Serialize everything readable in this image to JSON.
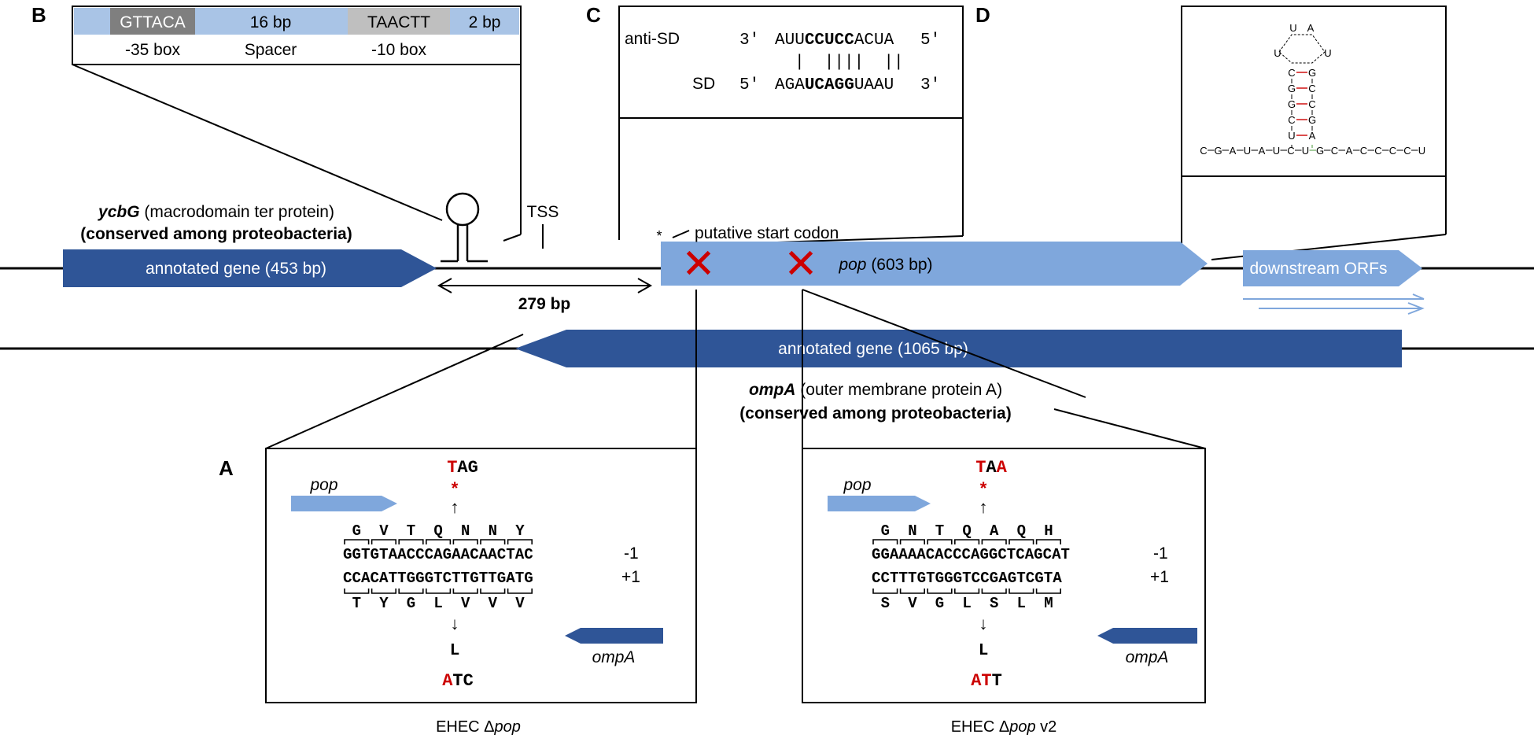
{
  "panels": {
    "a": "A",
    "b": "B",
    "c": "C",
    "d": "D"
  },
  "colors": {
    "dark_blue": "#2f5597",
    "light_blue": "#7fa7dc",
    "pale_blue": "#a9c4e6",
    "box_dark": "#7f7f7f",
    "box_light": "#bfbfbf",
    "red": "#cc0000",
    "black": "#000000"
  },
  "top_track": {
    "ycbg_name": "ycbG",
    "ycbg_desc": " (macrodomain ter protein)",
    "ycbg_conserved": "(conserved among proteobacteria)",
    "annotated_gene": "annotated gene (453 bp)",
    "tss": "TSS",
    "start_star": "*",
    "start_label": "putative start codon",
    "distance": "279 bp",
    "pop_name": "pop",
    "pop_size": " (603 bp)",
    "downstream": "downstream ORFs",
    "mutation_mark": "✕"
  },
  "bottom_track": {
    "annotated_gene": "annotated gene (1065 bp)",
    "ompa_name": "ompA",
    "ompa_desc": " (outer membrane protein A)",
    "ompa_conserved": "(conserved among proteobacteria)"
  },
  "panel_b": {
    "box35": "GTTACA",
    "spacer": "16 bp",
    "box10": "TAACTT",
    "tail": "2 bp",
    "label35": "-35 box",
    "label_spacer": "Spacer",
    "label10": "-10 box"
  },
  "panel_c": {
    "anti_label": "anti-SD",
    "anti_p3": "3′",
    "anti_seq_a": "AUU",
    "anti_seq_b": "CCUCC",
    "anti_seq_c": "ACUA",
    "anti_p5": "5′",
    "sd_label": "SD",
    "sd_p5": "5′",
    "sd_seq_a": "AGA",
    "sd_seq_b": "UCAGG",
    "sd_seq_c": "UAAU",
    "sd_p3": "3′",
    "pairs": "|  ||||  ||"
  },
  "panel_d": {
    "loop": [
      "U",
      "A",
      "U",
      "U"
    ],
    "stem_left": [
      "C",
      "G",
      "G",
      "C",
      "U"
    ],
    "stem_right": [
      "G",
      "C",
      "C",
      "G",
      "A"
    ],
    "strand": [
      "C",
      "G",
      "A",
      "U",
      "A",
      "U",
      "C",
      "U",
      "G",
      "C",
      "A",
      "C",
      "C",
      "C",
      "C",
      "U"
    ]
  },
  "panel_a_left": {
    "stop_codon_red": "T",
    "stop_codon_rest": "AG",
    "star": "*",
    "up_arrow": "↑",
    "down_arrow": "↓",
    "pop_label": "pop",
    "top_aa": [
      "G",
      "V",
      "T",
      "Q",
      "N",
      "N",
      "Y"
    ],
    "seq_minus": "GGTGTAACCCAGAACAACTAC",
    "frame_minus": "-1",
    "seq_plus": "CCACATTGGGTCTTGTTGATG",
    "frame_plus": "+1",
    "bottom_aa": [
      "T",
      "Y",
      "G",
      "L",
      "V",
      "V",
      "V"
    ],
    "aa_l": "L",
    "codon_red": "A",
    "codon_rest": "TC",
    "ompa_label": "ompA",
    "caption_pre": "EHEC Δ",
    "caption_gene": "pop",
    "caption_post": ""
  },
  "panel_a_right": {
    "stop_codon_red1": "T",
    "stop_codon_mid": "A",
    "stop_codon_red2": "A",
    "star": "*",
    "up_arrow": "↑",
    "down_arrow": "↓",
    "pop_label": "pop",
    "top_aa": [
      "G",
      "N",
      "T",
      "Q",
      "A",
      "Q",
      "H"
    ],
    "seq_minus": "GGAAAACACCCAGGCTCAGCAT",
    "frame_minus": "-1",
    "seq_plus": "CCTTTGTGGGTCCGAGTCGTA",
    "frame_plus": "+1",
    "bottom_aa": [
      "S",
      "V",
      "G",
      "L",
      "S",
      "L",
      "M"
    ],
    "aa_l": "L",
    "codon_red1": "A",
    "codon_red2": "T",
    "codon_mid": "T",
    "ompa_label": "ompA",
    "caption_pre": "EHEC Δ",
    "caption_gene": "pop",
    "caption_post": " v2"
  }
}
